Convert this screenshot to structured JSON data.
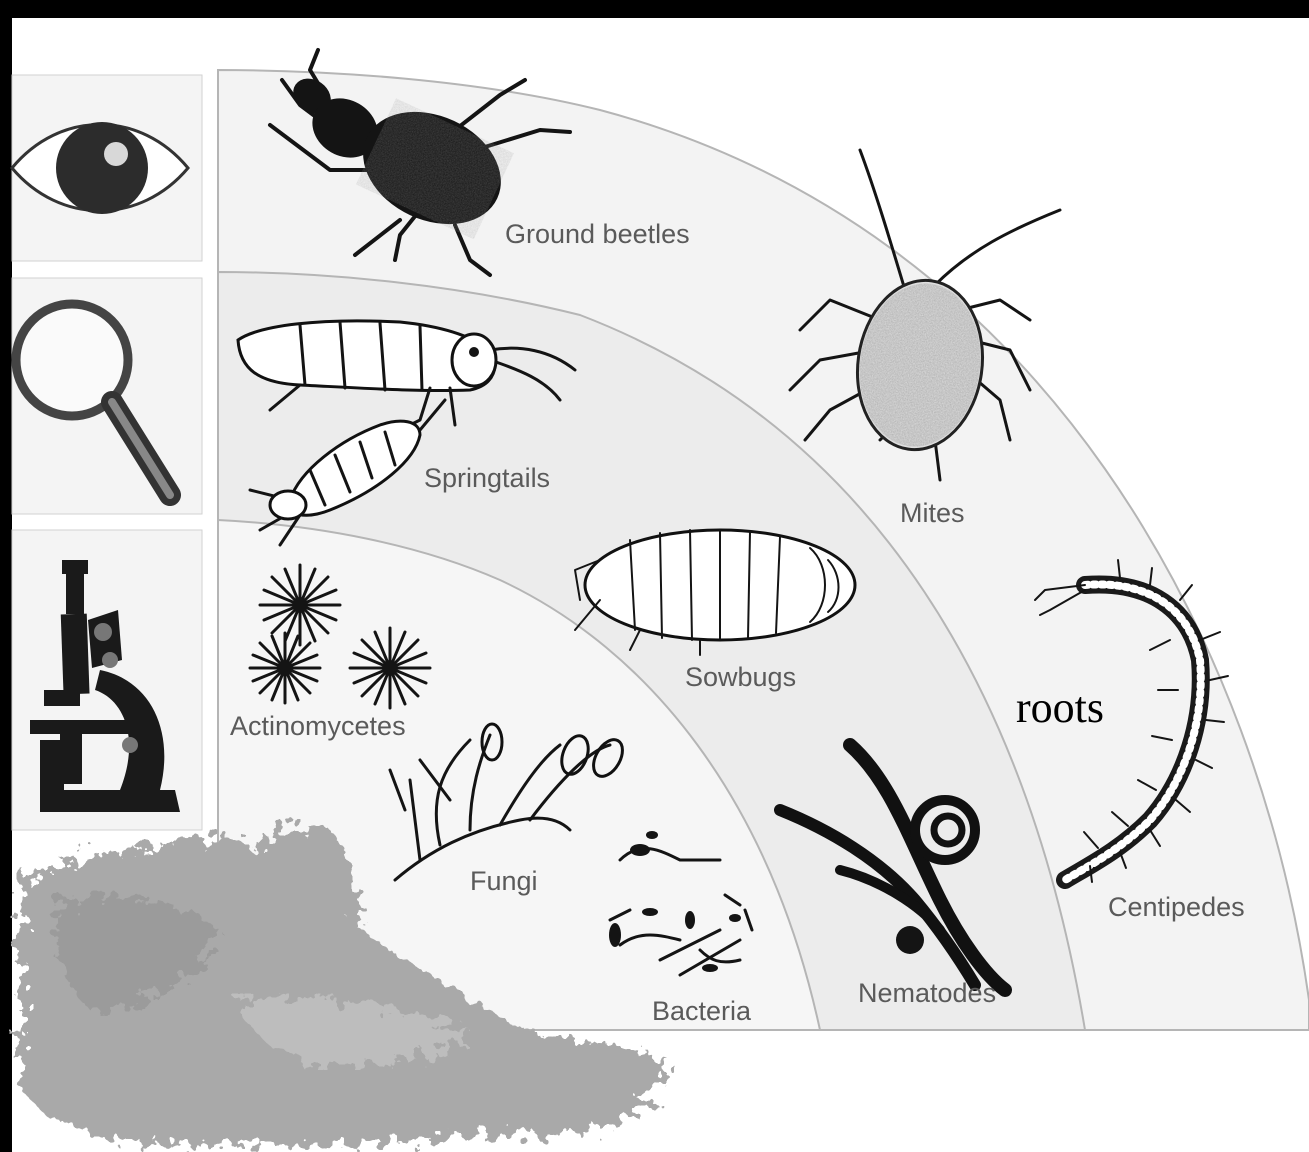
{
  "diagram": {
    "labels": {
      "ground_beetles": "Ground beetles",
      "mites": "Mites",
      "springtails": "Springtails",
      "sowbugs": "Sowbugs",
      "centipedes": "Centipedes",
      "actinomycetes": "Actinomycetes",
      "fungi": "Fungi",
      "bacteria": "Bacteria",
      "nematodes": "Nematodes",
      "roots": "roots"
    },
    "scale_icons": [
      "eye-icon",
      "magnifying-glass-icon",
      "microscope-icon"
    ],
    "colors": {
      "border": "#000000",
      "band_outer": "#f3f3f3",
      "band_middle": "#ececec",
      "band_inner": "#f6f6f6",
      "soil": "#a8a8a8",
      "ink": "#141414",
      "label": "#5a5a5a"
    }
  }
}
